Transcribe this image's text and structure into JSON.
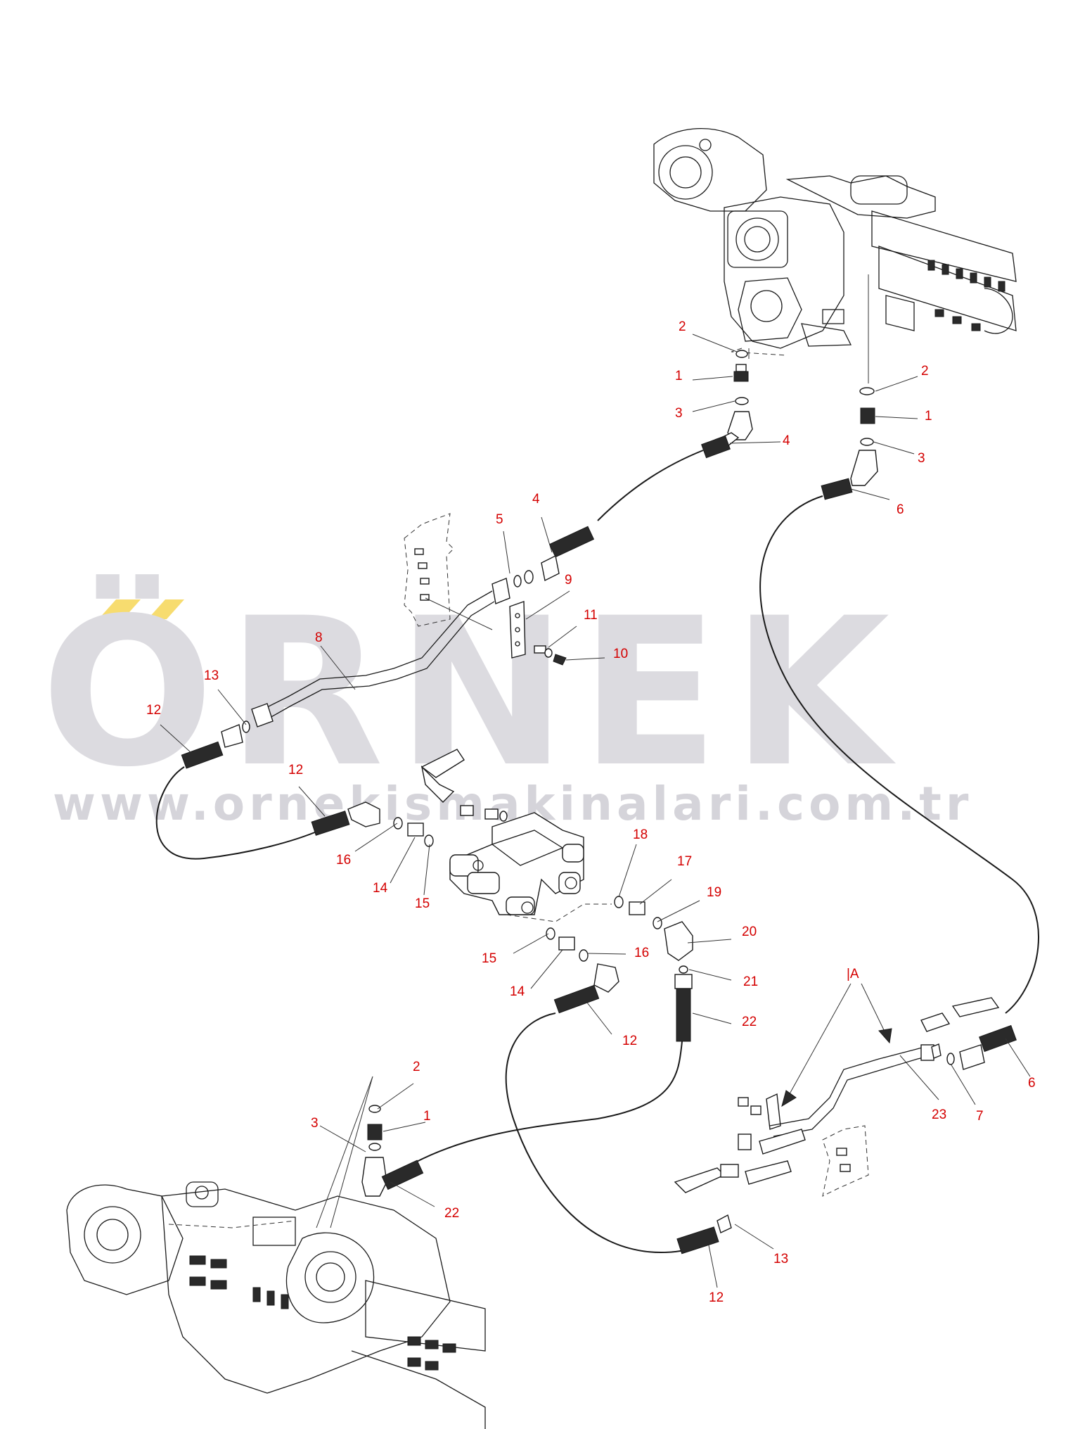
{
  "watermark": {
    "brand": "ÖRNEK",
    "url": "www.ornekismakinalari.com.tr",
    "accent_color": "#f7dc6f",
    "text_color": "#dcdbe0"
  },
  "view_marker": "|A",
  "callouts": {
    "c_2a": "2",
    "c_1a": "1",
    "c_3a": "3",
    "c_4a": "4",
    "c_2b": "2",
    "c_1b": "1",
    "c_3b": "3",
    "c_6a": "6",
    "c_4b": "4",
    "c_5": "5",
    "c_9": "9",
    "c_11": "11",
    "c_10": "10",
    "c_8": "8",
    "c_13a": "13",
    "c_12a": "12",
    "c_12b": "12",
    "c_16a": "16",
    "c_14a": "14",
    "c_15a": "15",
    "c_18": "18",
    "c_17": "17",
    "c_19": "19",
    "c_20": "20",
    "c_15b": "15",
    "c_16b": "16",
    "c_21": "21",
    "c_14b": "14",
    "c_22a": "22",
    "c_12c": "12",
    "c_2c": "2",
    "c_1c": "1",
    "c_3c": "3",
    "c_22b": "22",
    "c_23": "23",
    "c_7": "7",
    "c_6b": "6",
    "c_13b": "13",
    "c_12d": "12"
  },
  "colors": {
    "callout": "#d40000",
    "line": "#1a1a1a"
  }
}
